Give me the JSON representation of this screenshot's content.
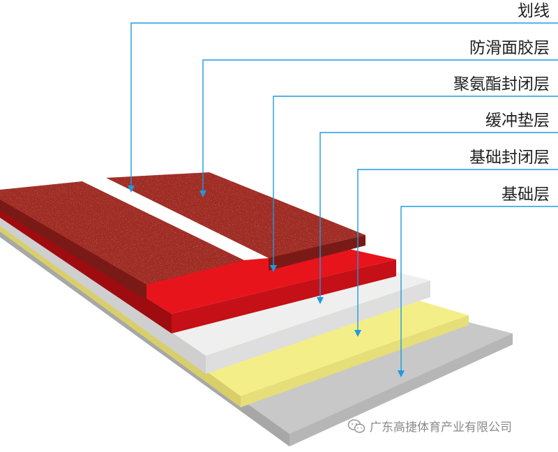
{
  "labels": {
    "line": "划线",
    "wear_layer": "防滑面胶层",
    "pu_seal": "聚氨酯封闭层",
    "cushion": "缓冲垫层",
    "base_seal": "基础封闭层",
    "base": "基础层"
  },
  "watermark": {
    "text": "广东高捷体育产业有限公司",
    "icon": "wechat-icon"
  },
  "colors": {
    "leader": "#1c9be0",
    "base_top": "#c8c8c8",
    "base_seal_top": "#f4ee88",
    "cushion_top": "#efefef",
    "pu_top": "#e8141c",
    "wear_top": "#a02a22",
    "line_paint": "#ffffff"
  }
}
